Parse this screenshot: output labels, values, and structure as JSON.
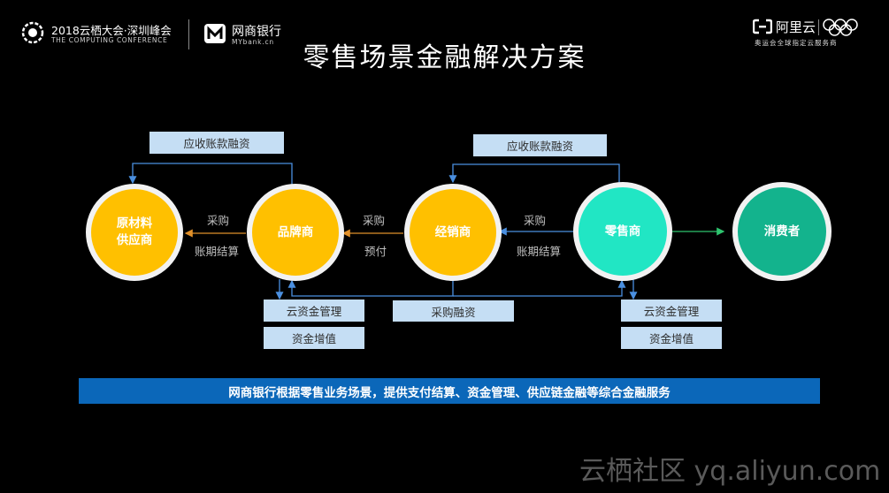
{
  "header": {
    "conference_title": "2018云栖大会·深圳峰会",
    "conference_subtitle": "THE COMPUTING CONFERENCE",
    "mybank_name": "网商银行",
    "mybank_domain": "MYbank.cn",
    "page_title": "零售场景金融解决方案",
    "aliyun_name": "阿里云",
    "aliyun_subtitle": "奥运会全球指定云服务商"
  },
  "nodes": {
    "raw_supplier": "原材料\n供应商",
    "brand": "品牌商",
    "dealer": "经销商",
    "retailer": "零售商",
    "consumer": "消费者"
  },
  "boxes": {
    "receivable_left": "应收账款融资",
    "receivable_right": "应收账款融资",
    "cloud_fund_left": "云资金管理",
    "fund_value_left": "资金增值",
    "purchase_finance": "采购融资",
    "cloud_fund_right": "云资金管理",
    "fund_value_right": "资金增值"
  },
  "labels": {
    "purchase_1": "采购",
    "settlement_1": "账期结算",
    "purchase_2": "采购",
    "prepay": "预付",
    "purchase_3": "采购",
    "settlement_2": "账期结算"
  },
  "banner": "网商银行根据零售业务场景，提供支付结算、资金管理、供应链金融等综合金融服务",
  "watermark": "云栖社区 yq.aliyun.com",
  "colors": {
    "background": "#000000",
    "node_yellow": "#ffc000",
    "node_cyan": "#21e6c4",
    "node_green": "#13b38d",
    "box_fill": "#c5def4",
    "banner_fill": "#0b67b9",
    "arrow_blue": "#4a8fe0",
    "arrow_orange": "#e0902a",
    "arrow_green": "#2ec46e"
  }
}
